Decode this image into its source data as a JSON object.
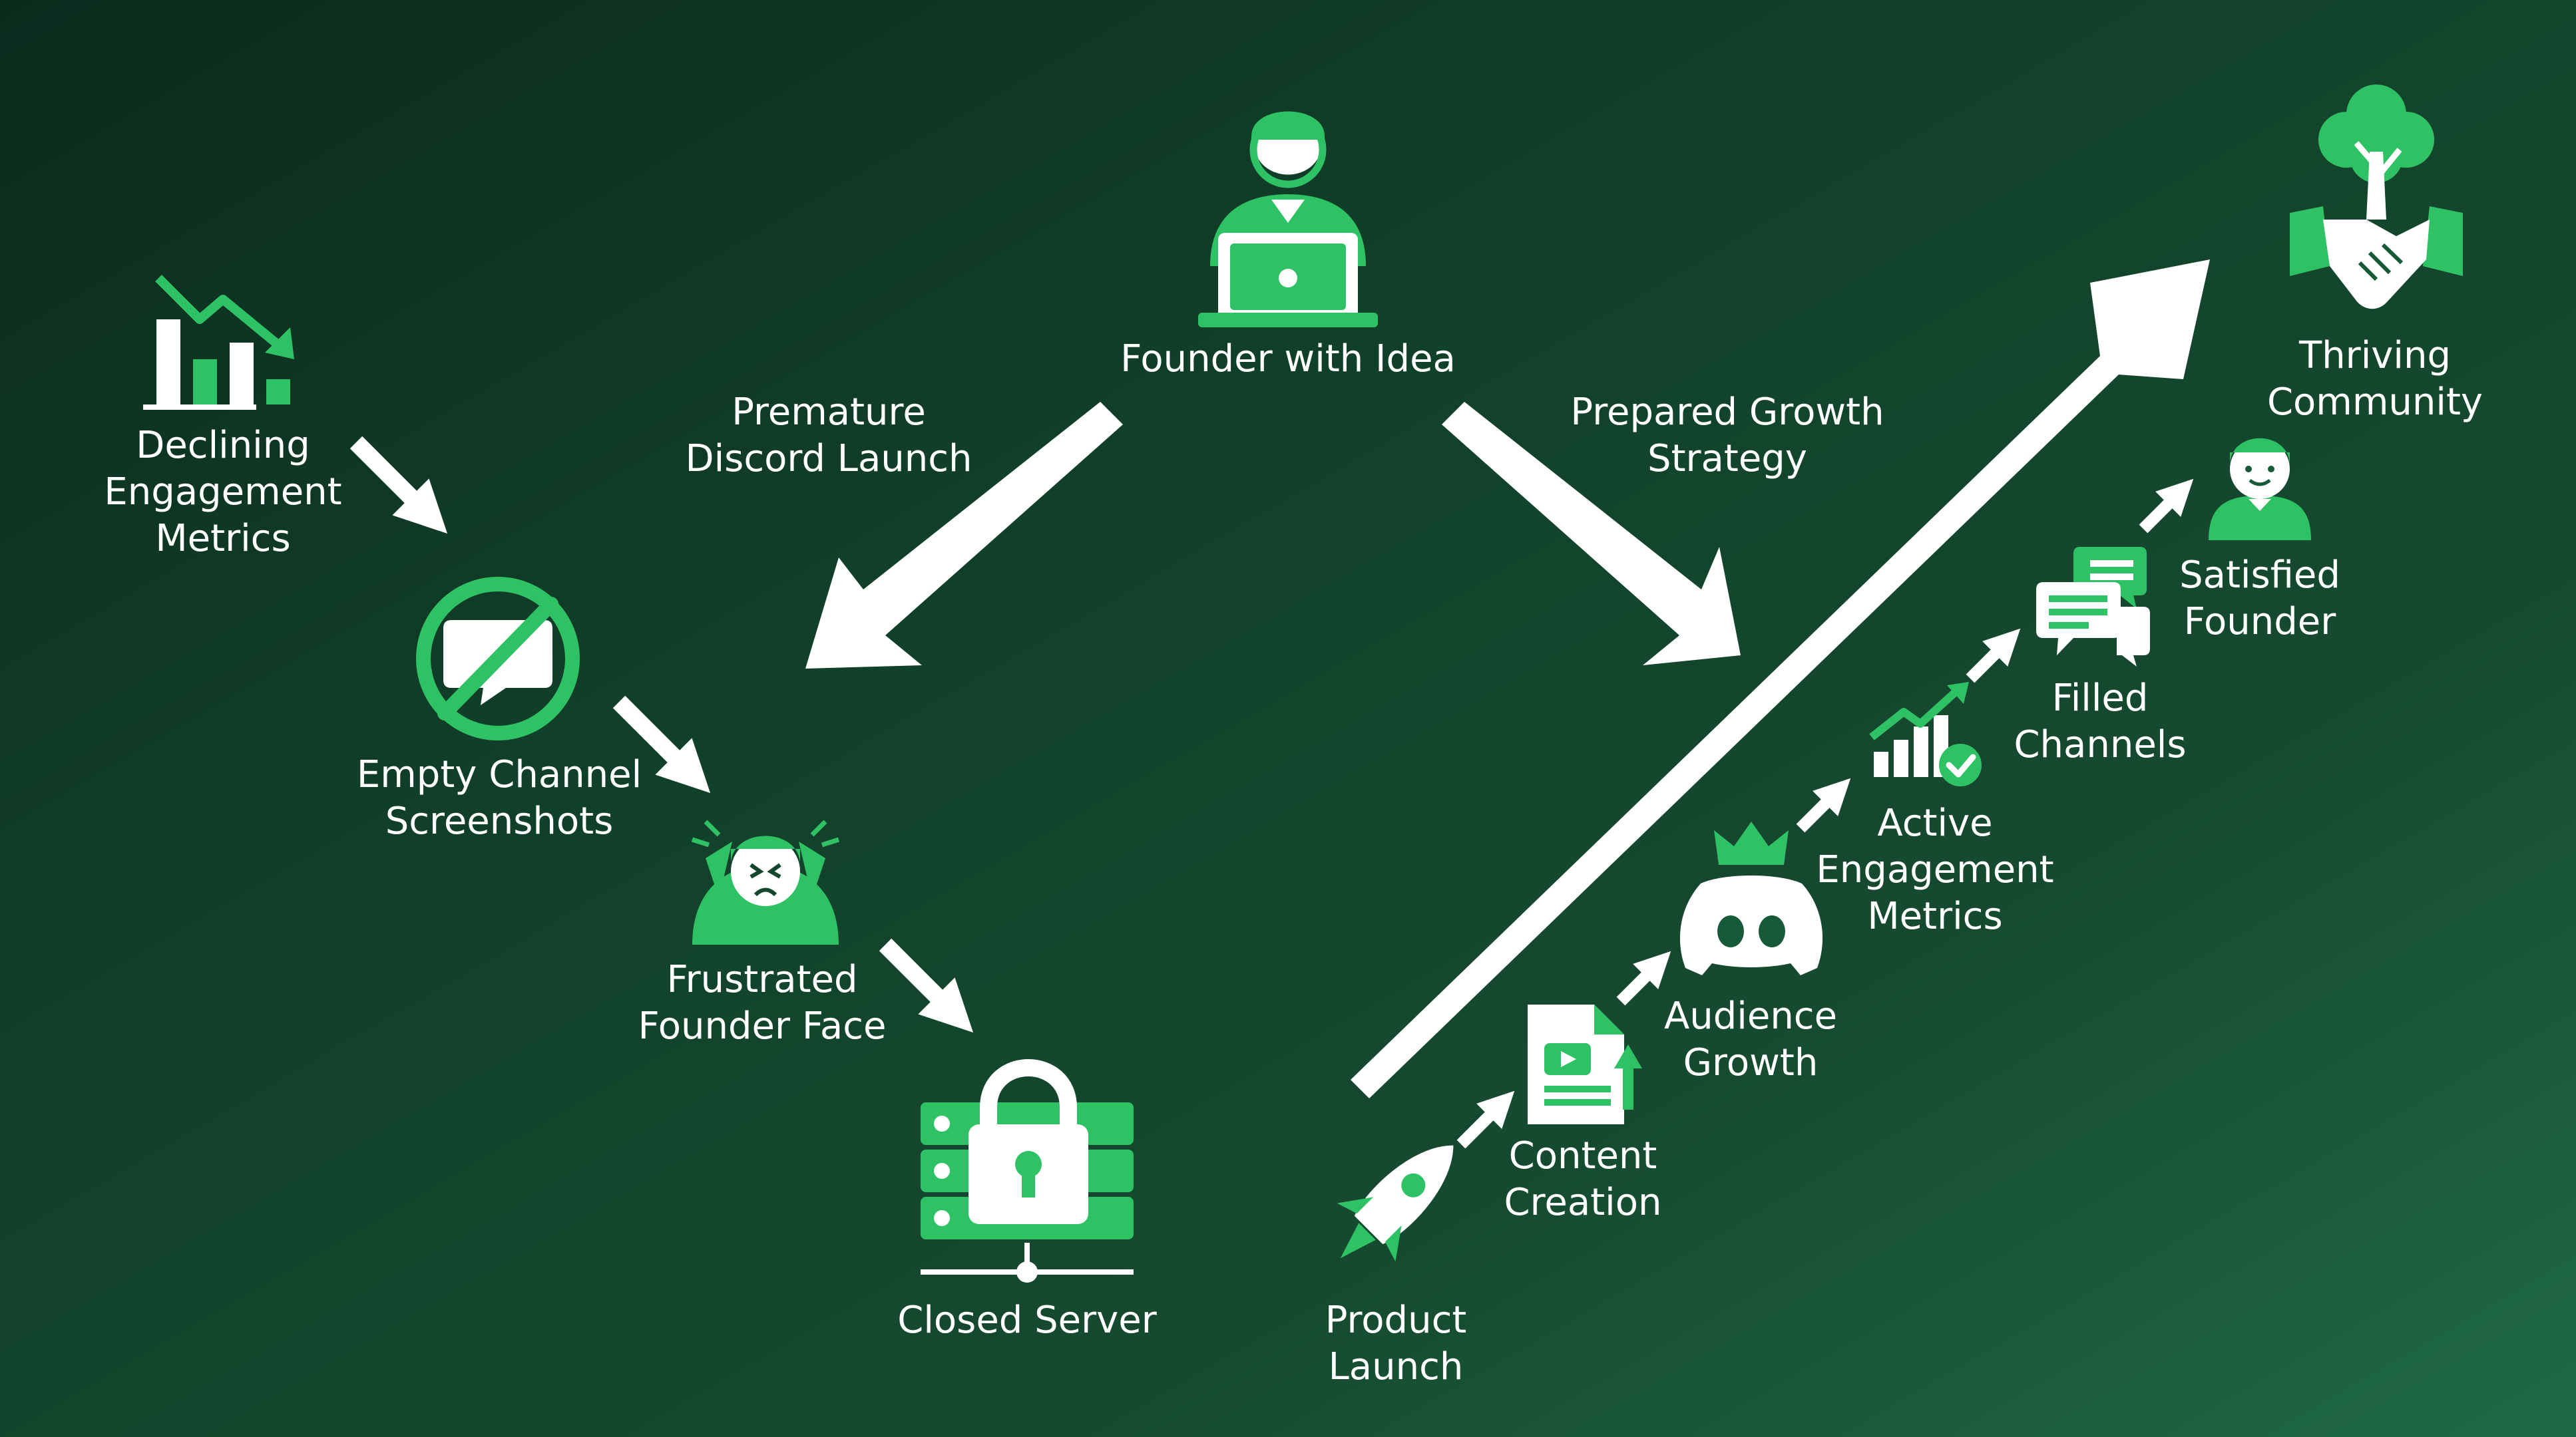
{
  "colors": {
    "accent": "#2fc264",
    "accent_light": "#5ad785",
    "arrow": "#ffffff",
    "text": "#ffffff",
    "bg_dark": "#0b2b1d",
    "bg_light": "#1f6a45"
  },
  "nodes": {
    "founder": {
      "label": "Founder with Idea",
      "icon": "founder-laptop-icon"
    },
    "declining": {
      "label": "Declining\nEngagement\nMetrics",
      "icon": "declining-chart-icon"
    },
    "empty_channel": {
      "label": "Empty Channel\nScreenshots",
      "icon": "no-chat-icon"
    },
    "frustrated": {
      "label": "Frustrated\nFounder Face",
      "icon": "frustrated-founder-icon"
    },
    "closed_server": {
      "label": "Closed Server",
      "icon": "locked-server-icon"
    },
    "product_launch": {
      "label": "Product\nLaunch",
      "icon": "rocket-icon"
    },
    "content_creation": {
      "label": "Content\nCreation",
      "icon": "content-document-icon"
    },
    "audience_growth": {
      "label": "Audience\nGrowth",
      "icon": "discord-crown-icon"
    },
    "active_engagement": {
      "label": "Active\nEngagement\nMetrics",
      "icon": "growth-chart-check-icon"
    },
    "filled_channels": {
      "label": "Filled\nChannels",
      "icon": "chat-bubbles-icon"
    },
    "satisfied_founder": {
      "label": "Satisfied\nFounder",
      "icon": "smiling-founder-icon"
    },
    "thriving_community": {
      "label": "Thriving\nCommunity",
      "icon": "tree-handshake-icon"
    }
  },
  "edges": {
    "premature": {
      "label": "Premature\nDiscord Launch"
    },
    "prepared": {
      "label": "Prepared Growth\nStrategy"
    }
  }
}
